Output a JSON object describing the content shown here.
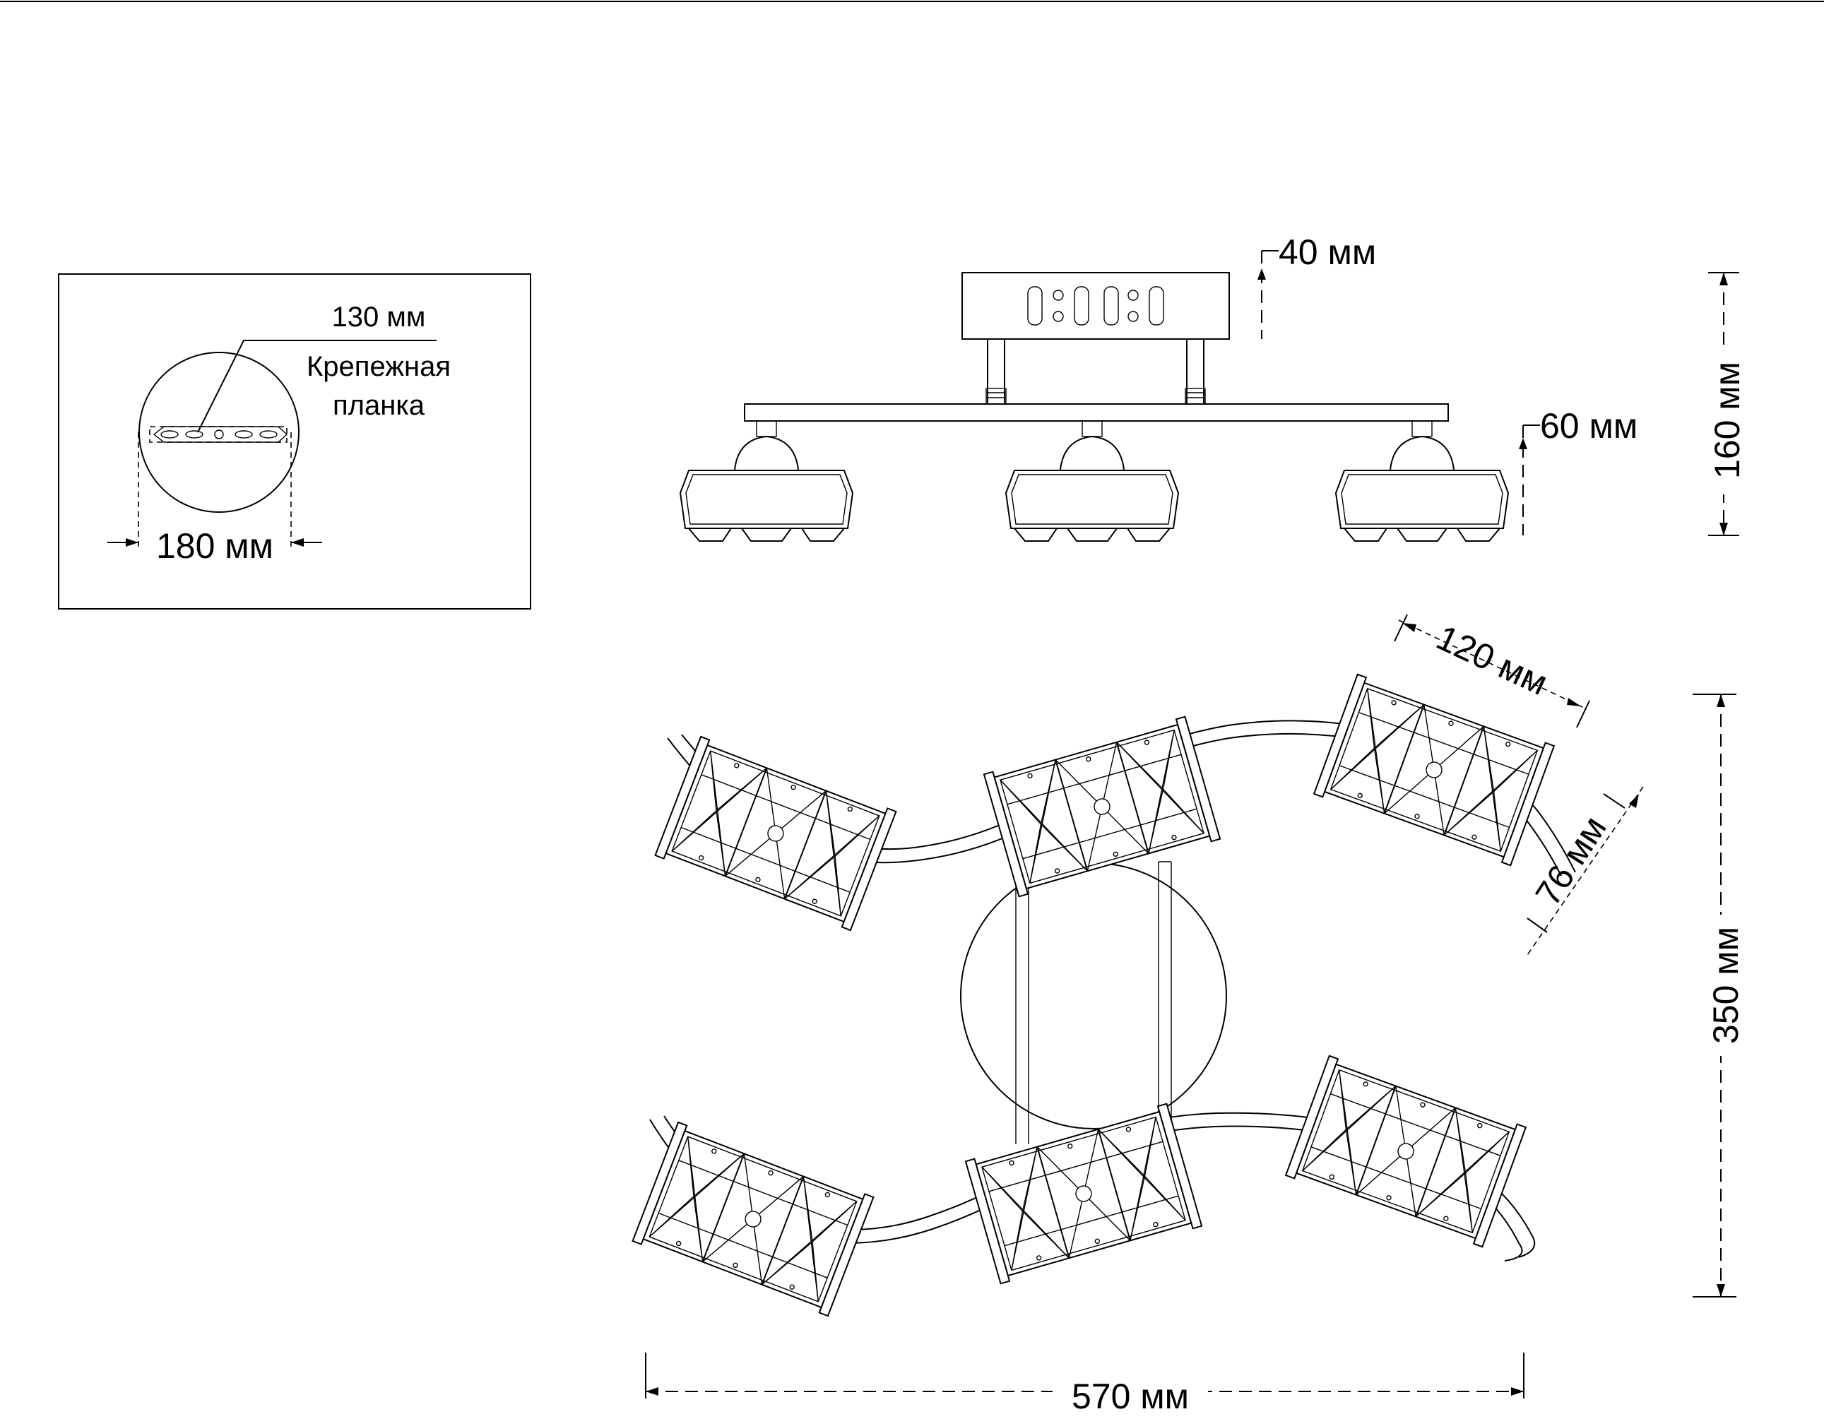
{
  "detail": {
    "bracket_length": "130 мм",
    "bracket_label_line1": "Крепежная",
    "bracket_label_line2": "планка",
    "canopy_diameter": "180 мм"
  },
  "side_view": {
    "canopy_height": "40 мм",
    "shade_height": "60 мм",
    "total_height": "160 мм"
  },
  "top_view": {
    "shade_length": "120 мм",
    "shade_width": "76 мм",
    "total_depth": "350 мм",
    "total_width": "570 мм"
  }
}
